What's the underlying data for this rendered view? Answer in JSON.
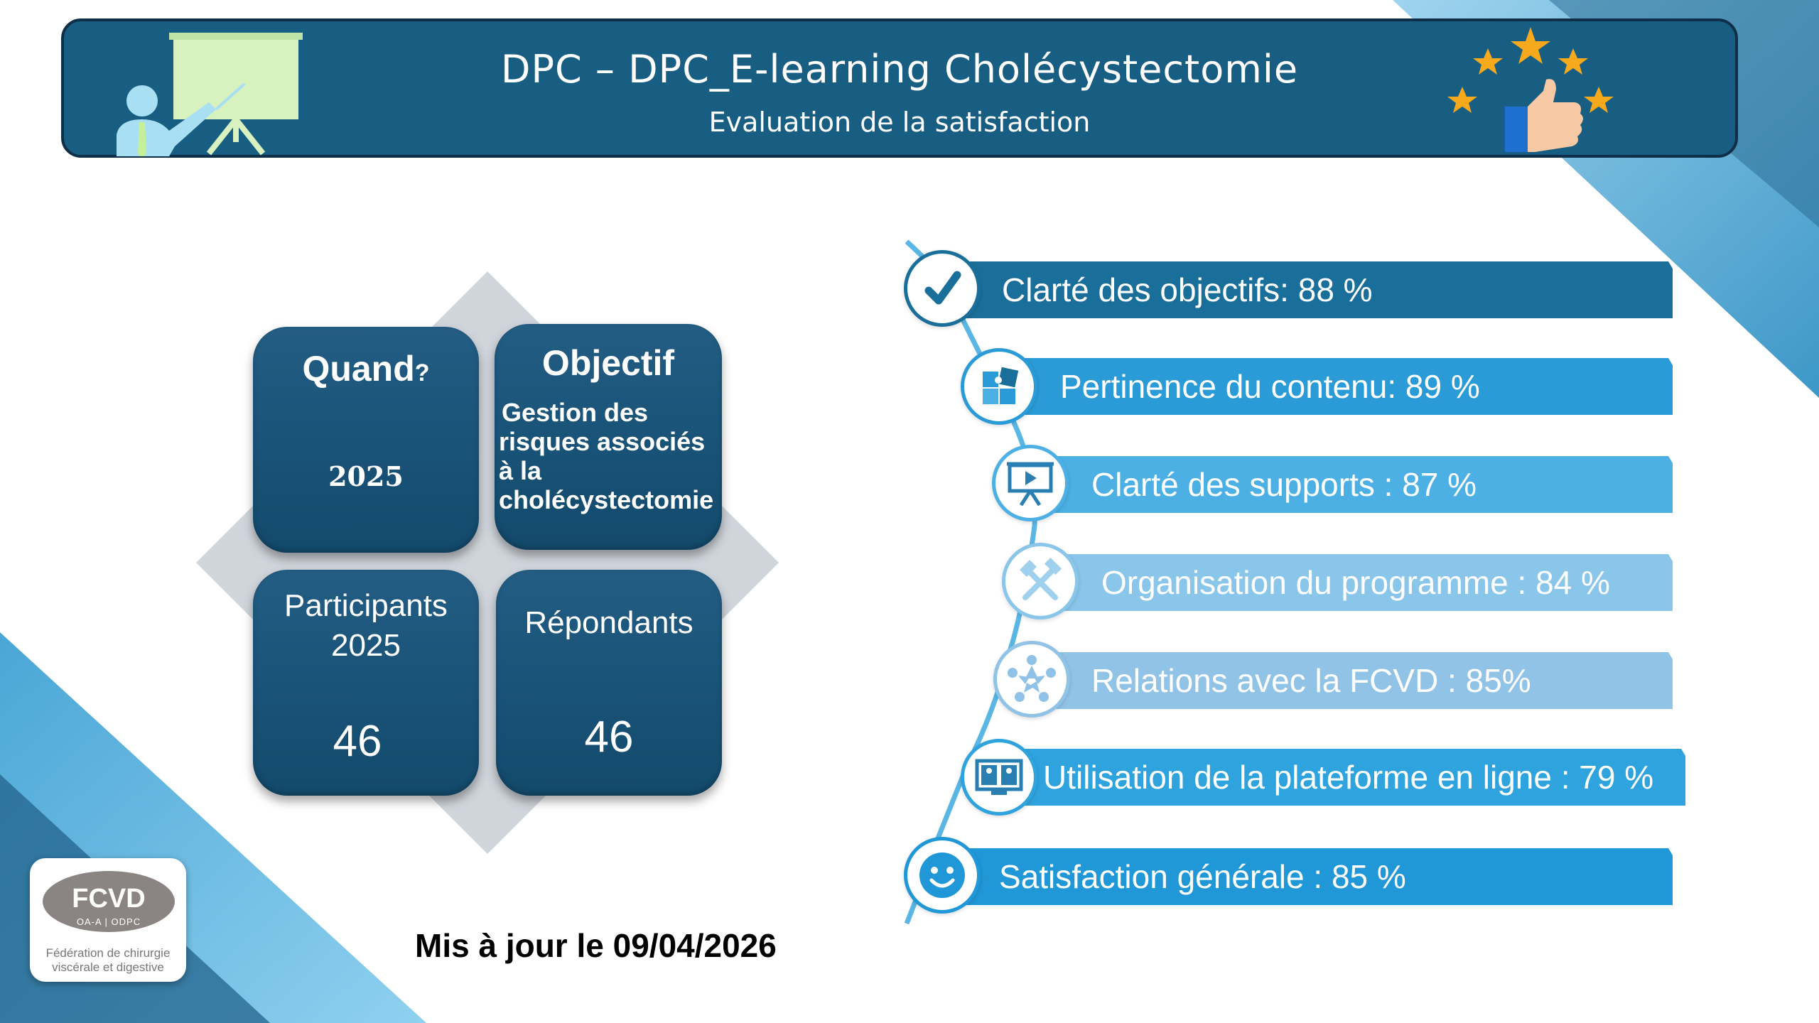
{
  "header": {
    "title": "DPC – DPC_E-learning Cholécystectomie",
    "subtitle": "Evaluation de la satisfaction",
    "presenter_icon": "presenter-board-icon",
    "rating_icon": "thumbs-up-stars-icon"
  },
  "tiles": {
    "quand": {
      "label": "Quand",
      "label_suffix": "?",
      "value": "2025"
    },
    "objectif": {
      "label": "Objectif",
      "lines": [
        "Gestion des",
        "risques associés",
        "à la",
        "cholécystectomie"
      ]
    },
    "participants": {
      "label_line1": "Participants",
      "label_line2": "2025",
      "value": "46"
    },
    "repondants": {
      "label": "Répondants",
      "value": "46"
    }
  },
  "criteria": [
    {
      "label": "Clarté des objectifs: 88 %",
      "icon": "checkmark-icon",
      "color": "#1a6f9a"
    },
    {
      "label": "Pertinence du contenu: 89 %",
      "icon": "puzzle-icon",
      "color": "#2a9bd6"
    },
    {
      "label": "Clarté des supports : 87 %",
      "icon": "presentation-screen-icon",
      "color": "#4cb0e4"
    },
    {
      "label": "Organisation du programme : 84 %",
      "icon": "tools-icon",
      "color": "#8ac6ea"
    },
    {
      "label": "Relations avec la FCVD : 85%",
      "icon": "network-people-icon",
      "color": "#91c3e6"
    },
    {
      "label": "Utilisation de la plateforme en ligne : 79 %",
      "icon": "online-platform-icon",
      "color": "#2fa3dd"
    },
    {
      "label": "Satisfaction générale : 85 %",
      "icon": "smiley-icon",
      "color": "#2097d6"
    }
  ],
  "footer": {
    "updated": "Mis à jour le 09/04/2026",
    "logo": {
      "name": "FCVD",
      "sub": "OA-A | ODPC",
      "line1": "Fédération de chirurgie",
      "line2": "viscérale et digestive"
    }
  },
  "colors": {
    "header_bg": "#175e82",
    "accent_light": "#5ab6e4",
    "accent_dark": "#1a6f9a"
  }
}
